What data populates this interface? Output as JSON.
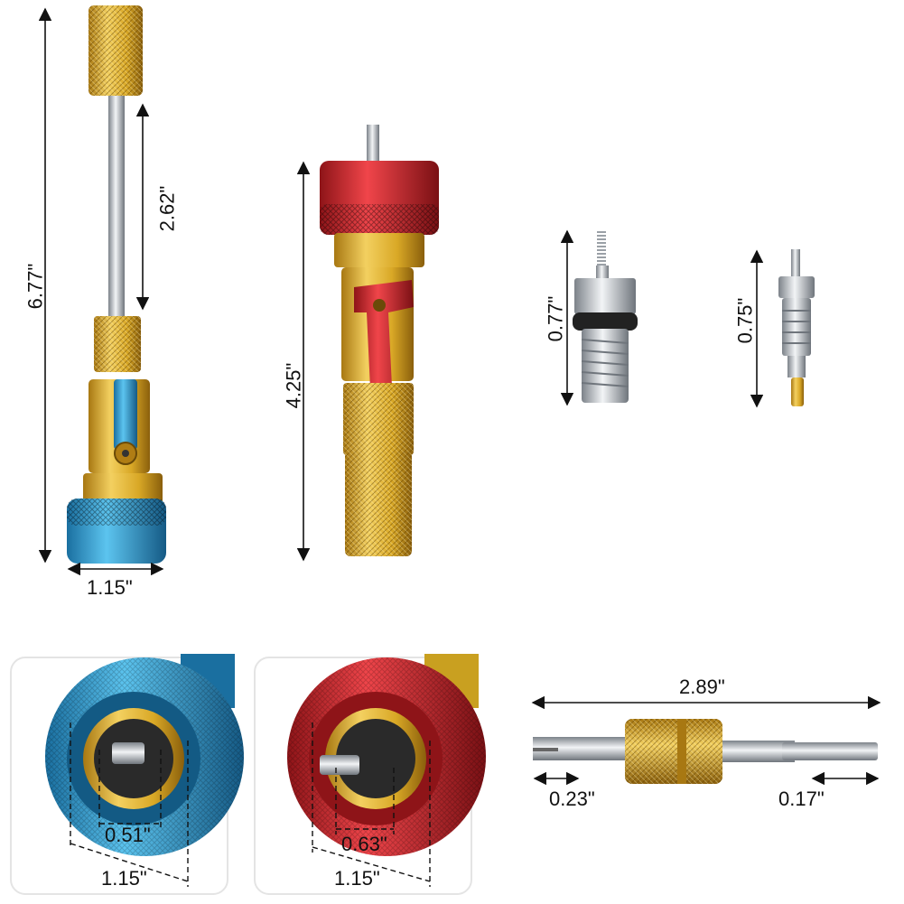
{
  "palette": {
    "gold": "#d9a826",
    "gold_dark": "#a87812",
    "gold_light": "#f3d060",
    "blue": "#2fa6dc",
    "blue_dark": "#1a6fa0",
    "red": "#d8262b",
    "red_dark": "#8e1418",
    "steel": "#c9cdd2",
    "steel_dark": "#7c8289",
    "arrow": "#111111",
    "panel_border": "#e4e4e4"
  },
  "products": {
    "blue_tool": {
      "name": "blue-coupler-valve-core-remover"
    },
    "red_tool": {
      "name": "red-coupler-valve-core-remover"
    },
    "valve_core_large": {
      "name": "valve-core-large"
    },
    "valve_core_small": {
      "name": "valve-core-small"
    },
    "core_wrench": {
      "name": "double-ended-valve-core-wrench"
    }
  },
  "dimensions": {
    "blue_total_height": "6.77\"",
    "blue_shaft_length": "2.62\"",
    "blue_width": "1.15\"",
    "red_total_height": "4.25\"",
    "core_large_height": "0.77\"",
    "core_small_height": "0.75\"",
    "blue_inner_diameter": "0.51\"",
    "blue_outer_diameter": "1.15\"",
    "red_inner_diameter": "0.63\"",
    "red_outer_diameter": "1.15\"",
    "wrench_length": "2.89\"",
    "wrench_left_tip": "0.23\"",
    "wrench_right_tip": "0.17\""
  }
}
